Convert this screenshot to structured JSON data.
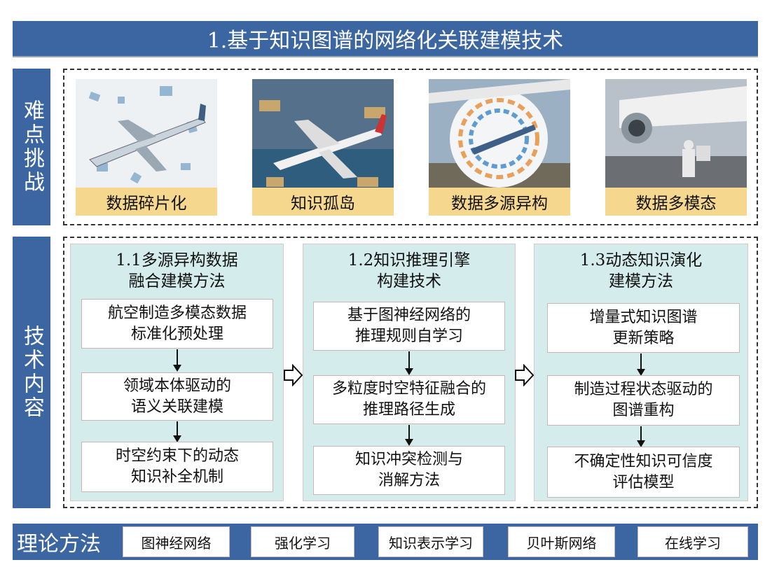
{
  "title": "1.基于知识图谱的网络化关联建模技术",
  "challenges": {
    "label": "难点挑战",
    "items": [
      {
        "caption": "数据碎片化"
      },
      {
        "caption": "知识孤岛"
      },
      {
        "caption": "数据多源异构"
      },
      {
        "caption": "数据多模态"
      }
    ]
  },
  "tech": {
    "label": "技术内容",
    "columns": [
      {
        "title_line1": "1.1多源异构数据",
        "title_line2": "融合建模方法",
        "steps": [
          [
            "航空制造多模态数据",
            "标准化预处理"
          ],
          [
            "领域本体驱动的",
            "语义关联建模"
          ],
          [
            "时空约束下的动态",
            "知识补全机制"
          ]
        ]
      },
      {
        "title_line1": "1.2知识推理引擎",
        "title_line2": "构建技术",
        "steps": [
          [
            "基于图神经网络的",
            "推理规则自学习"
          ],
          [
            "多粒度时空特征融合的",
            "推理路径生成"
          ],
          [
            "知识冲突检测与",
            "消解方法"
          ]
        ]
      },
      {
        "title_line1": "1.3动态知识演化",
        "title_line2": "建模方法",
        "steps": [
          [
            "增量式知识图谱",
            "更新策略"
          ],
          [
            "制造过程状态驱动的",
            "图谱重构"
          ],
          [
            "不确定性知识可信度",
            "评估模型"
          ]
        ]
      }
    ]
  },
  "theory": {
    "label": "理论方法",
    "items": [
      "图神经网络",
      "强化学习",
      "知识表示学习",
      "贝叶斯网络",
      "在线学习"
    ]
  },
  "colors": {
    "blue": "#3b66a1",
    "panel": "#d5ecec",
    "caption": "#f6d78e"
  }
}
